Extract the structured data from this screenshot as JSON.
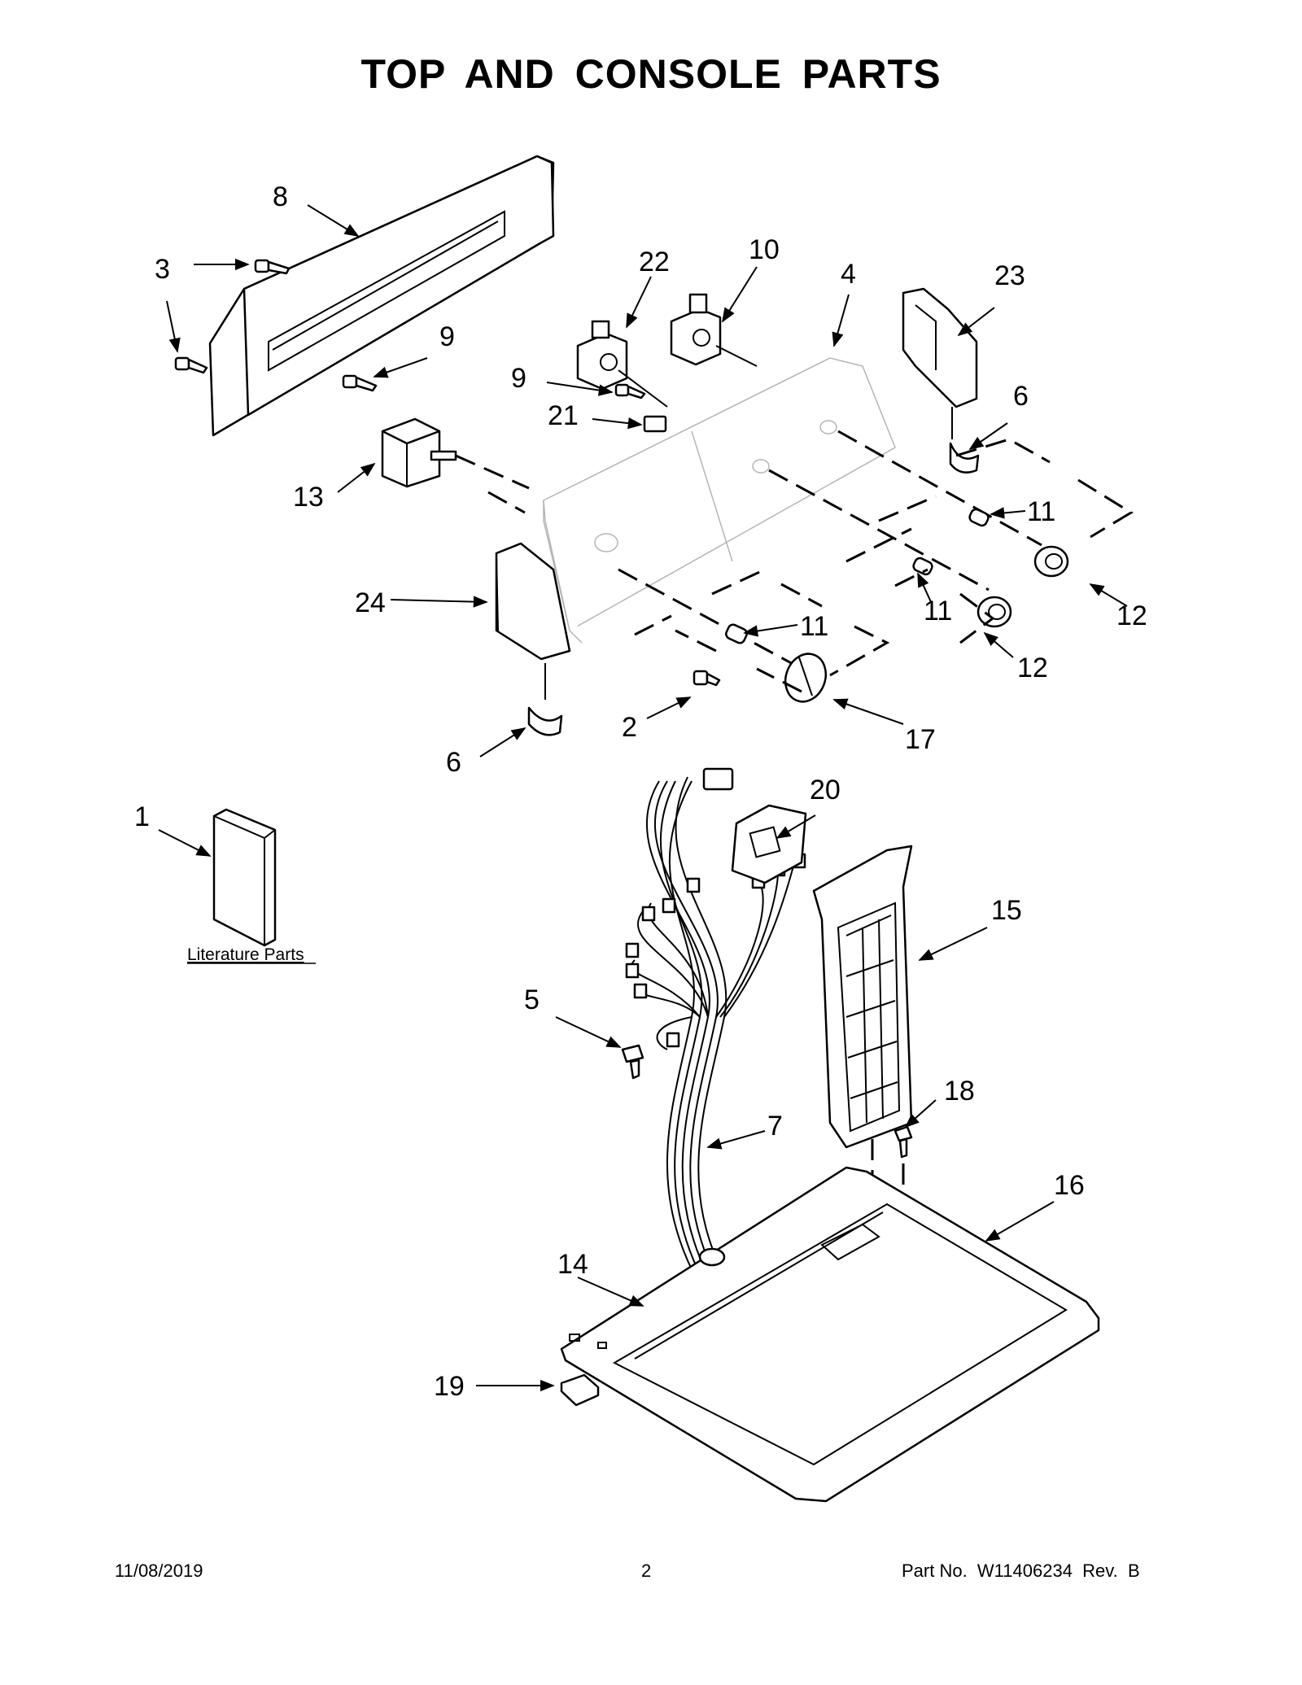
{
  "title": "TOP AND CONSOLE PARTS",
  "callouts": {
    "c1": "1",
    "c2": "2",
    "c3": "3",
    "c4": "4",
    "c5": "5",
    "c6a": "6",
    "c6b": "6",
    "c7": "7",
    "c8": "8",
    "c9a": "9",
    "c9b": "9",
    "c10": "10",
    "c11a": "11",
    "c11b": "11",
    "c11c": "11",
    "c12a": "12",
    "c12b": "12",
    "c13": "13",
    "c14": "14",
    "c15": "15",
    "c16": "16",
    "c17": "17",
    "c18": "18",
    "c19": "19",
    "c20": "20",
    "c21": "21",
    "c22": "22",
    "c23": "23",
    "c24": "24"
  },
  "literature_label": "Literature Parts",
  "footer": {
    "date": "11/08/2019",
    "page": "2",
    "part_number": "Part No.  W11406234  Rev.  B"
  }
}
